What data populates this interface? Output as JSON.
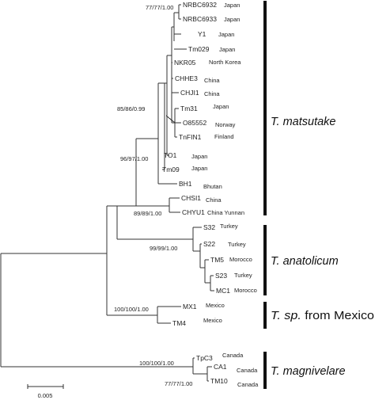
{
  "tree": {
    "taxa": [
      {
        "label": "NRBC6932",
        "country": "Japan"
      },
      {
        "label": "NRBC6933",
        "country": "Japan"
      },
      {
        "label": "Y1",
        "country": "Japan"
      },
      {
        "label": "Tm029",
        "country": "Japan"
      },
      {
        "label": "NKR05",
        "country": "North Korea"
      },
      {
        "label": "CHHE3",
        "country": "China"
      },
      {
        "label": "CHJI1",
        "country": "China"
      },
      {
        "label": "Tm31",
        "country": "Japan"
      },
      {
        "label": "O85552",
        "country": "Norway"
      },
      {
        "label": "TnFIN1",
        "country": "Finland"
      },
      {
        "label": "TO1",
        "country": "Japan"
      },
      {
        "label": "Tm09",
        "country": "Japan"
      },
      {
        "label": "BH1",
        "country": "Bhutan"
      },
      {
        "label": "CHSI1",
        "country": "China"
      },
      {
        "label": "CHYU1",
        "country": "China Yunnan"
      },
      {
        "label": "S32",
        "country": "Turkey"
      },
      {
        "label": "S22",
        "country": "Turkey"
      },
      {
        "label": "TM5",
        "country": "Morocco"
      },
      {
        "label": "S23",
        "country": "Turkey"
      },
      {
        "label": "MC1",
        "country": "Morocco"
      },
      {
        "label": "MX1",
        "country": "Mexico"
      },
      {
        "label": "TM4",
        "country": "Mexico"
      },
      {
        "label": "TpC3",
        "country": "Canada"
      },
      {
        "label": "CA1",
        "country": "Canada"
      },
      {
        "label": "TM10",
        "country": "Canada"
      }
    ],
    "support": [
      {
        "id": "s1",
        "text": "77/77/1.00"
      },
      {
        "id": "s2",
        "text": "85/86/0.99"
      },
      {
        "id": "s3",
        "text": "96/97/1.00"
      },
      {
        "id": "s4",
        "text": "89/89/1.00"
      },
      {
        "id": "s5",
        "text": "99/99/1.00"
      },
      {
        "id": "s6",
        "text": "100/100/1.00"
      },
      {
        "id": "s7",
        "text": "100/100/1.00"
      },
      {
        "id": "s8",
        "text": "77/77/1.00"
      }
    ],
    "clades": [
      {
        "id": "c1",
        "italic": "T. matsutake",
        "plain": ""
      },
      {
        "id": "c2",
        "italic": "T. anatolicum",
        "plain": ""
      },
      {
        "id": "c3",
        "italic": "T. sp.",
        "plain": " from Mexico"
      },
      {
        "id": "c4",
        "italic": "T. magnivelare",
        "plain": ""
      }
    ],
    "scale_label": "0.005",
    "line_color": "#333333",
    "bar_color": "#111111"
  }
}
